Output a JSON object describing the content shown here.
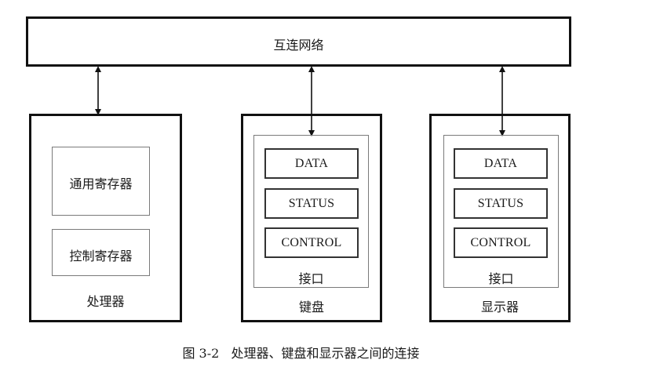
{
  "network": {
    "label": "互连网络"
  },
  "processor": {
    "label": "处理器",
    "registers": [
      "通用寄存器",
      "控制寄存器"
    ]
  },
  "keyboard": {
    "label": "键盘",
    "interface_label": "接口",
    "registers": [
      "DATA",
      "STATUS",
      "CONTROL"
    ]
  },
  "display": {
    "label": "显示器",
    "interface_label": "接口",
    "registers": [
      "DATA",
      "STATUS",
      "CONTROL"
    ]
  },
  "caption": "图 3-2   处理器、键盘和显示器之间的连接"
}
